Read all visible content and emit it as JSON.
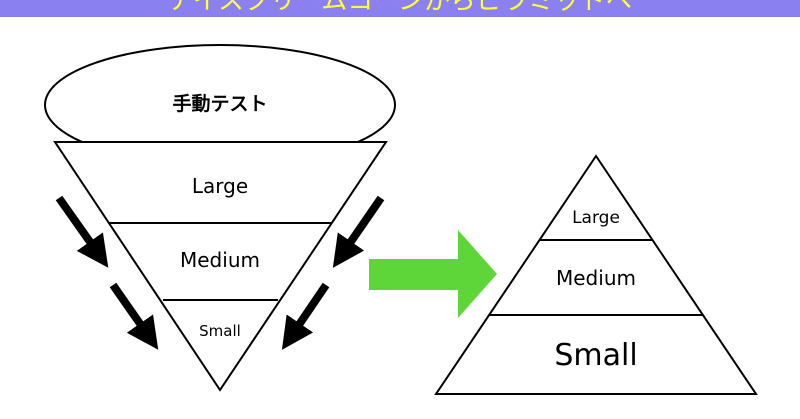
{
  "header": {
    "title": "アイスクリームコーンからピラミッドへ",
    "bg_color": "#8b80f0",
    "text_color": "#ffff33"
  },
  "cone": {
    "top_label": "手動テスト",
    "bands": [
      "Large",
      "Medium",
      "Small"
    ]
  },
  "pyramid": {
    "bands": [
      "Large",
      "Medium",
      "Small"
    ]
  },
  "colors": {
    "stroke": "#000000",
    "arrow_green": "#5ed63a",
    "down_arrow": "#000000"
  }
}
